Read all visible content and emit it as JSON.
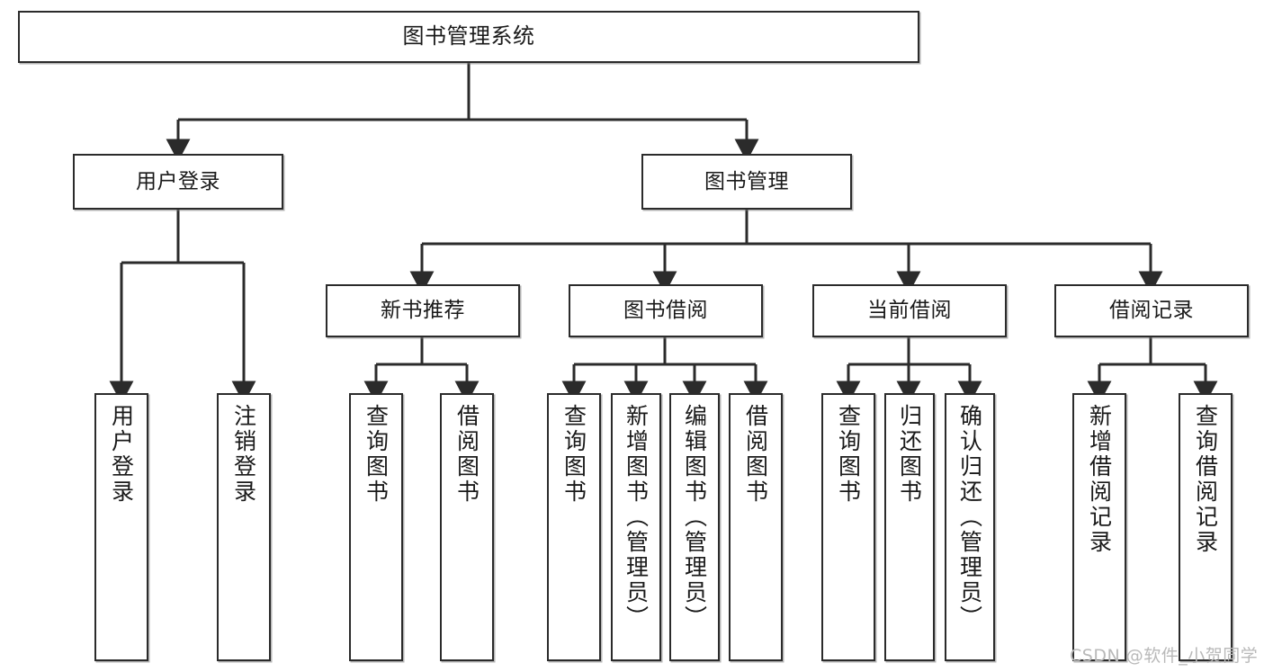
{
  "diagram": {
    "title": "图书管理系统",
    "watermark": "CSDN @软件_小贺同学",
    "line_color": "#2b2b2b",
    "box_fill": "#ffffff",
    "text_color": "#1a1a1a",
    "watermark_color": "#b9b9b9",
    "levels": {
      "level1": [
        "图书管理系统"
      ],
      "level2": [
        "用户登录",
        "图书管理"
      ],
      "level3": [
        "新书推荐",
        "图书借阅",
        "当前借阅",
        "借阅记录"
      ],
      "level4": [
        "用户登录",
        "注销登录",
        "查询图书",
        "借阅图书",
        "查询图书",
        "新增图书（管理员）",
        "编辑图书（管理员）",
        "借阅图书",
        "查询图书",
        "归还图书",
        "确认归还（管理员）",
        "新增借阅记录",
        "查询借阅记录"
      ]
    },
    "nodes": {
      "root": "图书管理系统",
      "user_login": "用户登录",
      "book_manage": "图书管理",
      "new_book_rec": "新书推荐",
      "book_borrow": "图书借阅",
      "current_borrow": "当前借阅",
      "borrow_record": "借阅记录",
      "leaf_user_login": "用户登录",
      "leaf_logout": "注销登录",
      "leaf_query_book_1": "查询图书",
      "leaf_borrow_book_1": "借阅图书",
      "leaf_query_book_2": "查询图书",
      "leaf_add_book_admin": "新增图书（管理员）",
      "leaf_edit_book_admin": "编辑图书（管理员）",
      "leaf_borrow_book_2": "借阅图书",
      "leaf_query_book_3": "查询图书",
      "leaf_return_book": "归还图书",
      "leaf_confirm_return_admin": "确认归还（管理员）",
      "leaf_add_record": "新增借阅记录",
      "leaf_query_record": "查询借阅记录"
    }
  }
}
